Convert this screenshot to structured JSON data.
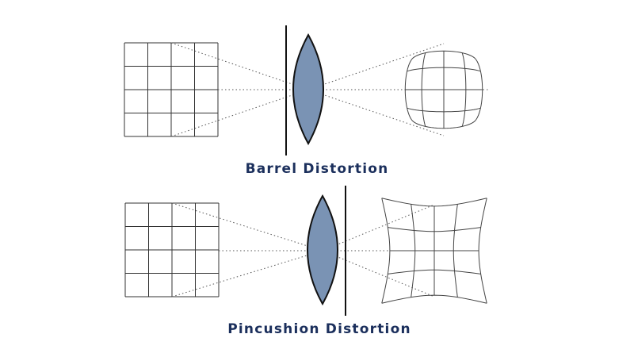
{
  "colors": {
    "lens_fill": "#7a93b4",
    "caption": "#1b2f5c",
    "line": "#333333"
  },
  "diagrams": [
    {
      "id": "barrel",
      "caption": "Barrel Distortion",
      "distortion": "barrel",
      "aperture_position": "before-lens"
    },
    {
      "id": "pincushion",
      "caption": "Pincushion Distortion",
      "distortion": "pincushion",
      "aperture_position": "after-lens"
    }
  ],
  "grid": {
    "rows": 4,
    "cols": 4
  }
}
